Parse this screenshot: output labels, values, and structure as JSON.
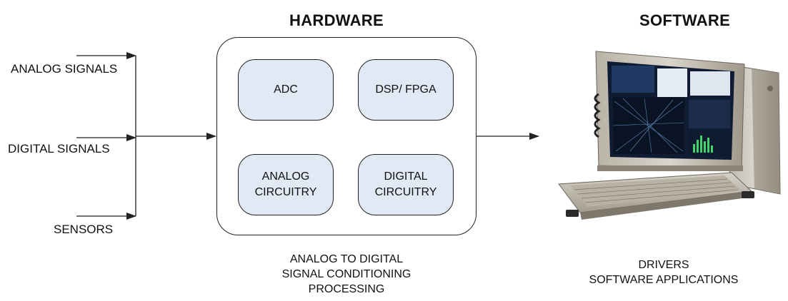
{
  "headings": {
    "hardware": "HARDWARE",
    "software": "SOFTWARE"
  },
  "inputs": [
    {
      "label": "ANALOG SIGNALS"
    },
    {
      "label": "DIGITAL SIGNALS"
    },
    {
      "label": "SENSORS"
    }
  ],
  "hardware_blocks": {
    "adc": {
      "lines": [
        "ADC"
      ]
    },
    "dsp_fpga": {
      "lines": [
        "DSP/ FPGA"
      ]
    },
    "analog_circuitry": {
      "lines": [
        "ANALOG",
        "CIRCUITRY"
      ]
    },
    "digital_circuitry": {
      "lines": [
        "DIGITAL",
        "CIRCUITRY"
      ]
    }
  },
  "captions": {
    "hardware": [
      "ANALOG TO DIGITAL",
      "SIGNAL CONDITIONING",
      "PROCESSING"
    ],
    "software": [
      "DRIVERS",
      "SOFTWARE APPLICATIONS"
    ]
  },
  "colors": {
    "block_fill": "#e1e9f5",
    "line": "#222222"
  },
  "software_image": {
    "icon": "rugged-laptop-computer-icon"
  }
}
